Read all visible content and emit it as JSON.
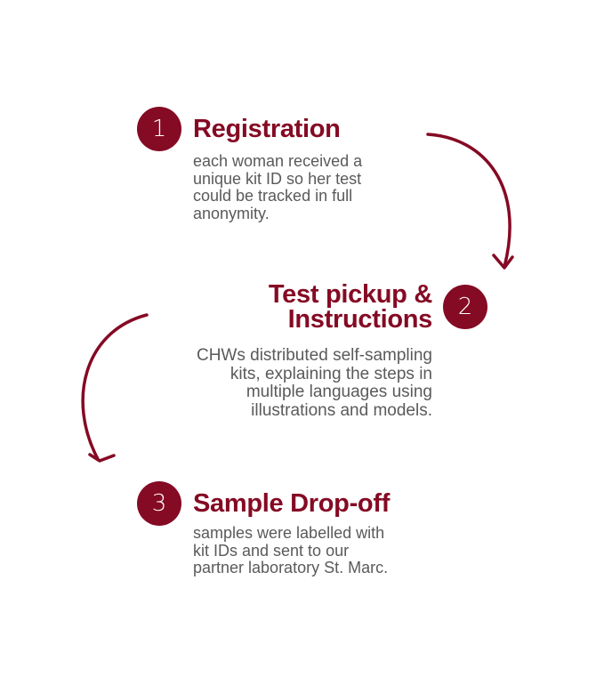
{
  "accent_color": "#850a24",
  "steps": [
    {
      "number": "1",
      "title_lines": [
        "Registration"
      ],
      "body_lines": [
        "each woman received a",
        "unique kit ID so her test",
        "could be tracked in full",
        "anonymity."
      ]
    },
    {
      "number": "2",
      "title_lines": [
        "Test pickup &",
        "Instructions"
      ],
      "body_lines": [
        "CHWs distributed self-sampling",
        "kits, explaining the steps in",
        "multiple languages using",
        "illustrations and models."
      ]
    },
    {
      "number": "3",
      "title_lines": [
        "Sample Drop-off"
      ],
      "body_lines": [
        "samples were labelled with",
        "kit IDs and sent to our",
        "partner laboratory St. Marc."
      ]
    }
  ]
}
